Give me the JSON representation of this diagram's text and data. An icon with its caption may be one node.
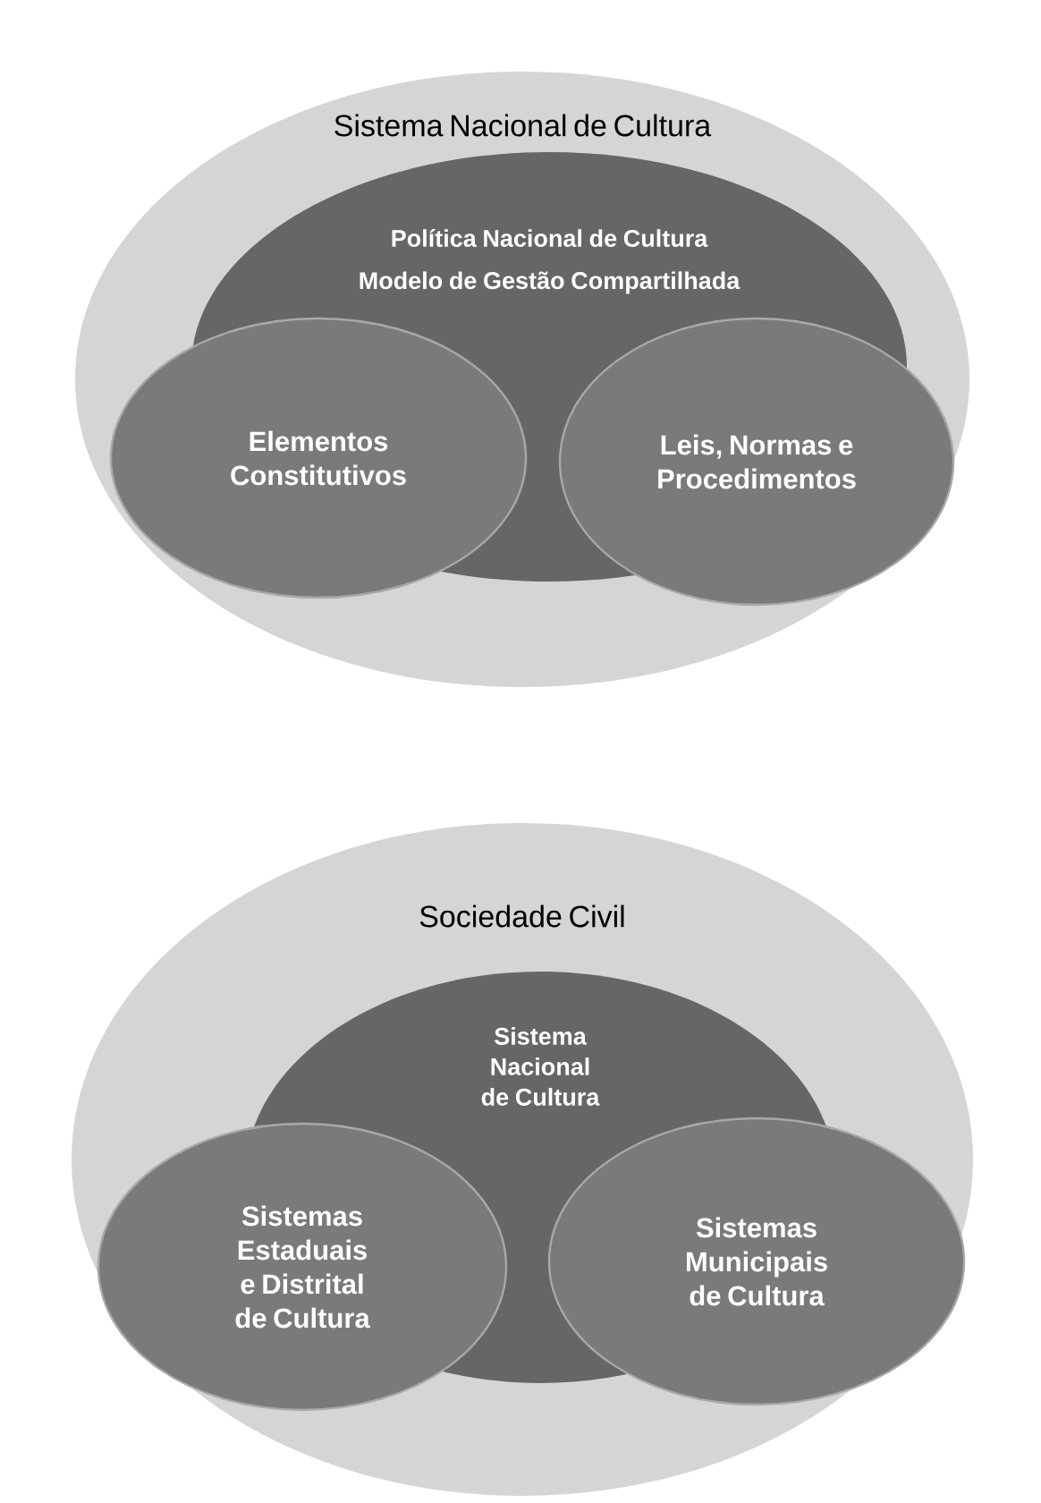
{
  "diagram": {
    "nodes": [
      {
        "text": [
          "Sistema Nacional de Cultura"
        ]
      },
      {
        "text": [
          "Política Nacional de Cultura",
          "Modelo de Gestão Compartilhada"
        ],
        "in": 0
      },
      {
        "text": [
          "Elementos Constitutivos"
        ],
        "in": 0
      },
      {
        "text": [
          "Leis, Normas e Procedimentos"
        ],
        "in": 0
      },
      {
        "text": [
          "Sociedade Civil"
        ]
      },
      {
        "text": [
          "Sistema Nacional de Cultura"
        ],
        "in": 4
      },
      {
        "text": [
          "Sistemas Estaduais e Distrital de Cultura"
        ],
        "in": 4
      },
      {
        "text": [
          "Sistemas Municipais de Cultura"
        ],
        "in": 4
      }
    ]
  }
}
